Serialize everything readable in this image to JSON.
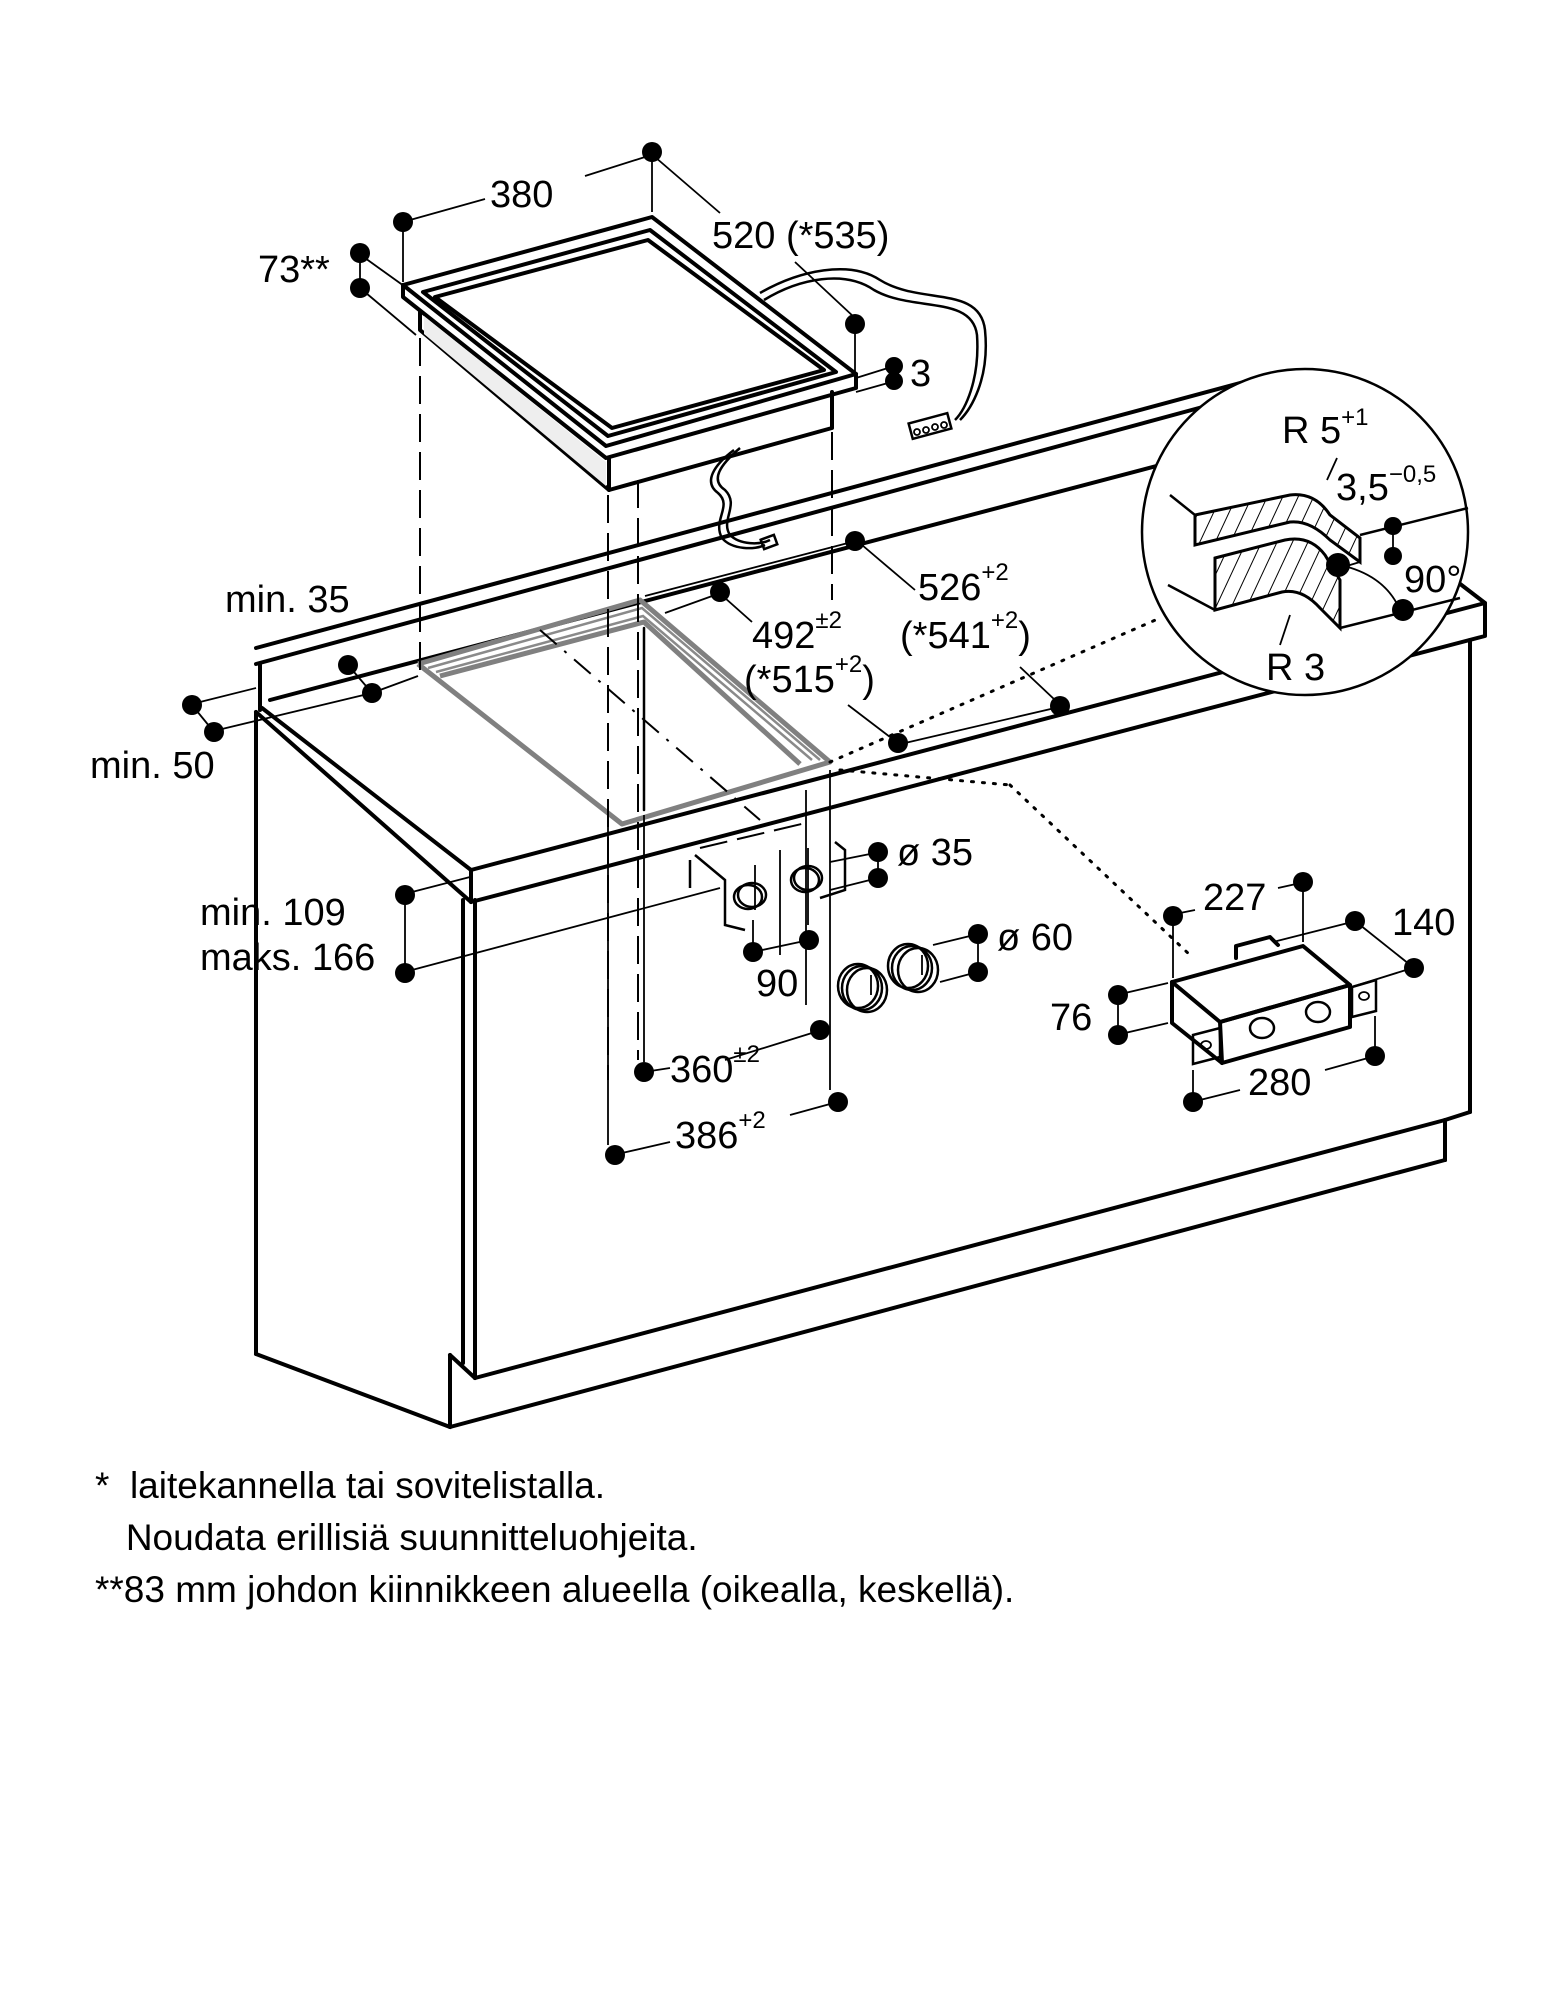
{
  "figure": {
    "type": "installation dimension drawing",
    "unit": "mm",
    "appliance_dims": {
      "width": "380",
      "depth": "520 (*535)",
      "height": "73**",
      "frame_thickness": "3"
    },
    "cutout_dims": {
      "depth_main": "492",
      "depth_main_tol": "±2",
      "depth_alt": "(*515",
      "depth_alt_tol": "+2",
      "depth_alt_close": ")",
      "outer_depth": "526",
      "outer_depth_tol": "+2",
      "outer_depth_alt": "(*541",
      "outer_depth_alt_tol": "+2",
      "outer_depth_alt_close": ")",
      "width_inner": "360",
      "width_inner_tol": "±2",
      "width_outer": "386",
      "width_outer_tol": "+2"
    },
    "clearances": {
      "back_wall": "min. 35",
      "front_edge": "min. 50",
      "height_min": "min. 109",
      "height_max": "maks. 166"
    },
    "knobs": {
      "hole_diameter": "ø 35",
      "hole_spacing": "90",
      "knob_diameter": "ø 60"
    },
    "control_box": {
      "width": "227",
      "depth": "140",
      "height": "76",
      "length": "280"
    },
    "detail_circle": {
      "radius_top": "R 5",
      "radius_top_tol": "+1",
      "step": "3,5",
      "step_tol": "−0,5",
      "angle": "90°",
      "radius_bottom": "R 3"
    }
  },
  "footnotes": [
    "*  laitekannella tai sovitelistalla.",
    "   Noudata erillisiä suunnitteluohjeita.",
    "**83 mm johdon kiinnikkeen alueella (oikealla, keskellä)."
  ]
}
